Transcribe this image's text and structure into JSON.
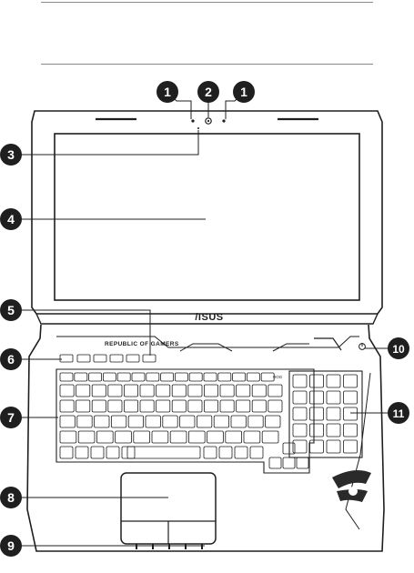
{
  "page": {
    "callout_color": "#1f1f1f",
    "leader_color": "#1f1f1f",
    "line_color": "#1e1e1e"
  },
  "laptop": {
    "brand_logo": "/ISUS",
    "rog_wordmark": "REPUBLIC OF GAMERS",
    "keyboard_row_rog_key": "ROG"
  },
  "callouts": [
    {
      "label": "1",
      "target": "microphone-left"
    },
    {
      "label": "2",
      "target": "camera"
    },
    {
      "label": "1",
      "target": "microphone-right"
    },
    {
      "label": "3",
      "target": "camera-indicator"
    },
    {
      "label": "4",
      "target": "display-panel"
    },
    {
      "label": "5",
      "target": "hotkeys"
    },
    {
      "label": "6",
      "target": "power-key"
    },
    {
      "label": "7",
      "target": "keyboard"
    },
    {
      "label": "8",
      "target": "touchpad"
    },
    {
      "label": "9",
      "target": "status-indicators"
    },
    {
      "label": "10",
      "target": "power-button"
    },
    {
      "label": "11",
      "target": "numeric-keypad"
    }
  ]
}
